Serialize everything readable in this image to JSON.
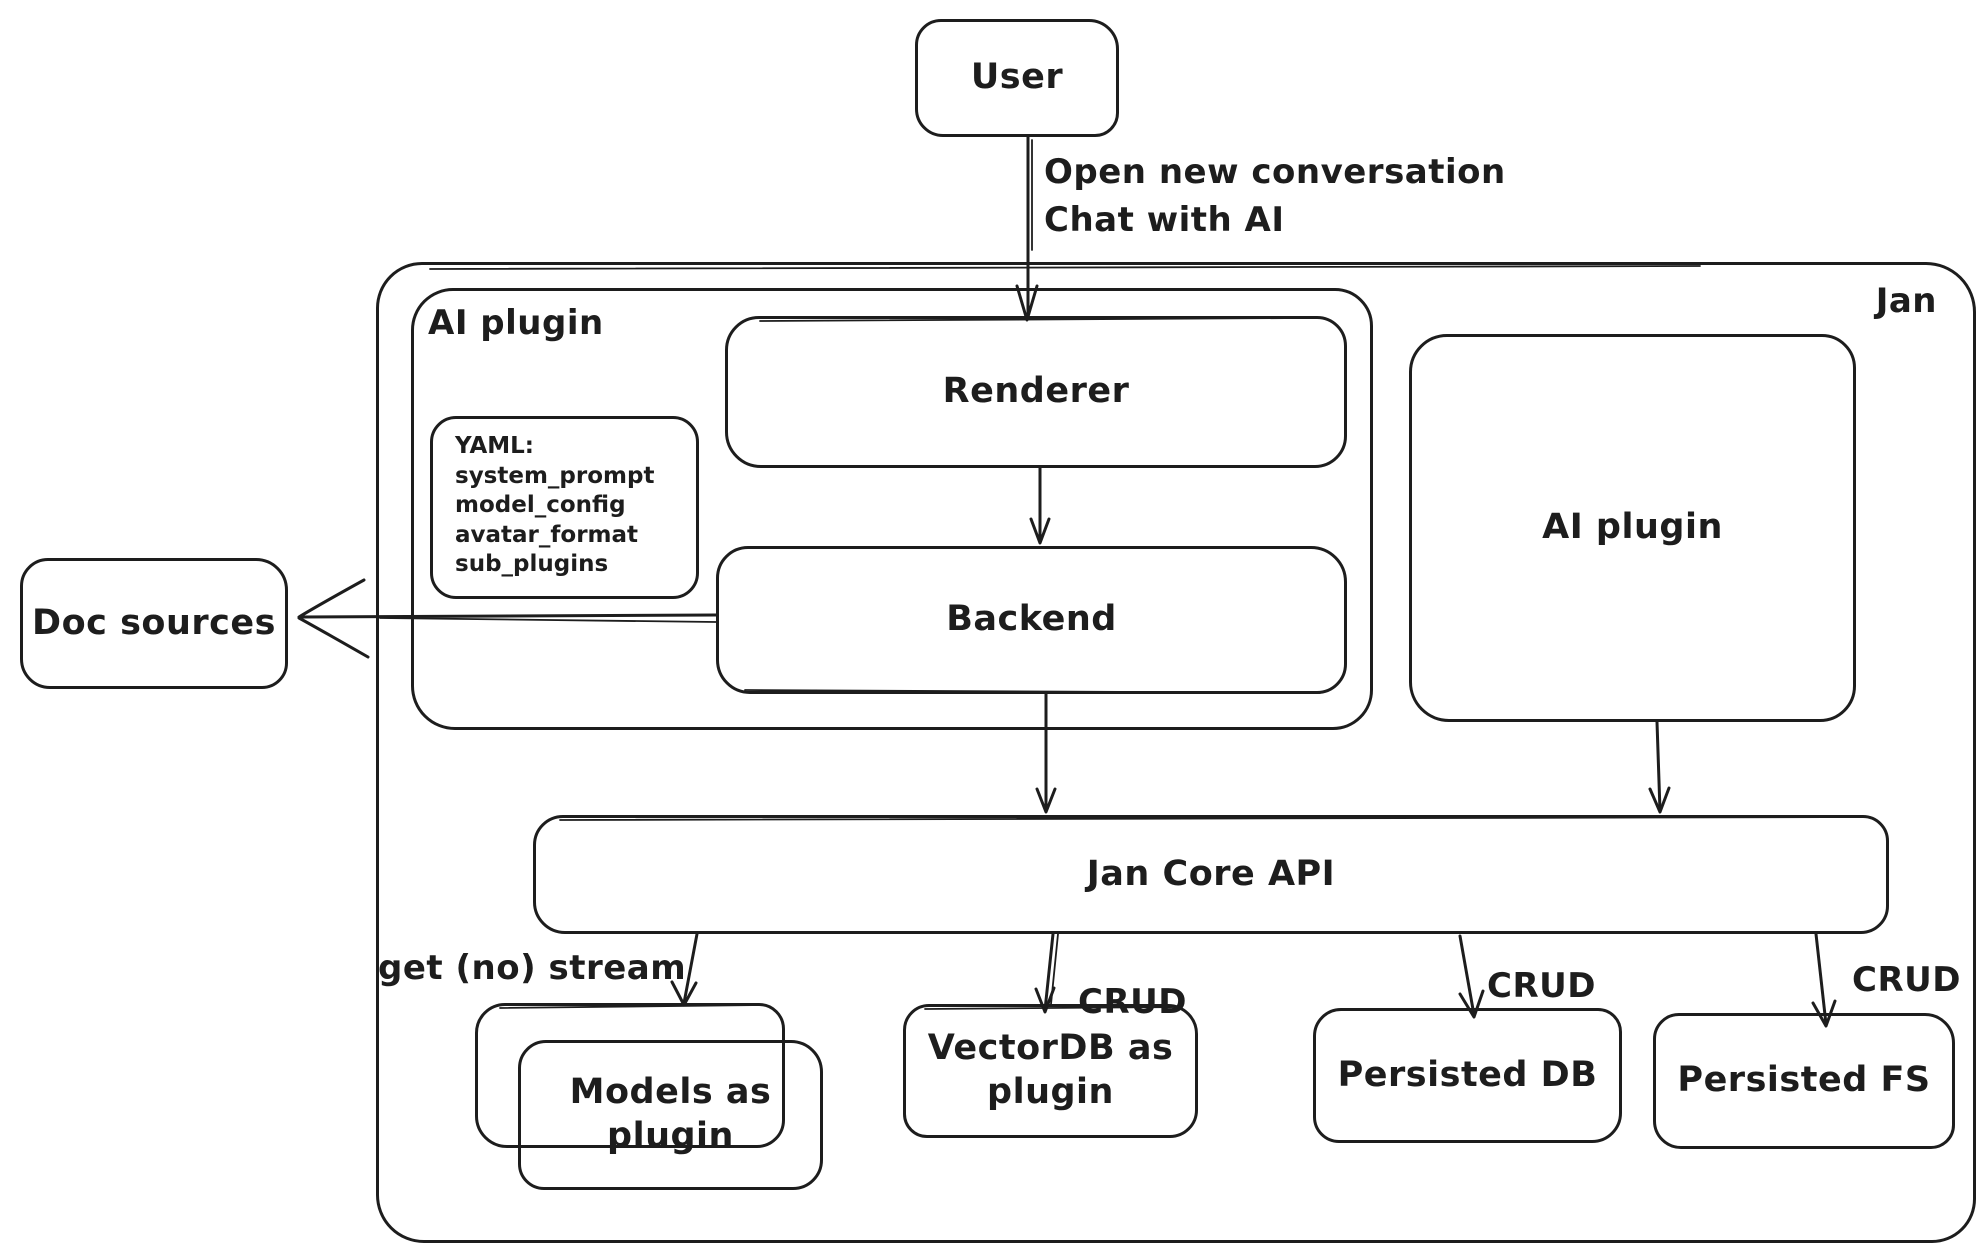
{
  "diagram": {
    "colors": {
      "stroke": "#1d1d1d",
      "background": "#ffffff"
    },
    "nodes": {
      "user": {
        "label": "User"
      },
      "jan": {
        "label": "Jan"
      },
      "ai_plugin_left": {
        "label": "AI plugin"
      },
      "renderer": {
        "label": "Renderer"
      },
      "backend": {
        "label": "Backend"
      },
      "yaml_note": {
        "lines": [
          "YAML:",
          "system_prompt",
          "model_config",
          "avatar_format",
          "sub_plugins"
        ]
      },
      "ai_plugin_right": {
        "label": "AI plugin"
      },
      "doc_sources": {
        "label": "Doc sources"
      },
      "jan_core_api": {
        "label": "Jan Core API"
      },
      "models_as_plugin": {
        "lines": [
          "Models as",
          "plugin"
        ]
      },
      "vectordb_as_plugin": {
        "lines": [
          "VectorDB as",
          "plugin"
        ]
      },
      "persisted_db": {
        "label": "Persisted DB"
      },
      "persisted_fs": {
        "label": "Persisted FS"
      }
    },
    "edges": {
      "user_to_renderer": {
        "lines": [
          "Open new conversation",
          "Chat with AI"
        ]
      },
      "jan_core_to_models": {
        "label": "get (no) stream"
      },
      "jan_core_to_vectordb": {
        "label": "CRUD"
      },
      "jan_core_to_persisted_db": {
        "label": "CRUD"
      },
      "jan_core_to_persisted_fs": {
        "label": "CRUD"
      }
    }
  }
}
